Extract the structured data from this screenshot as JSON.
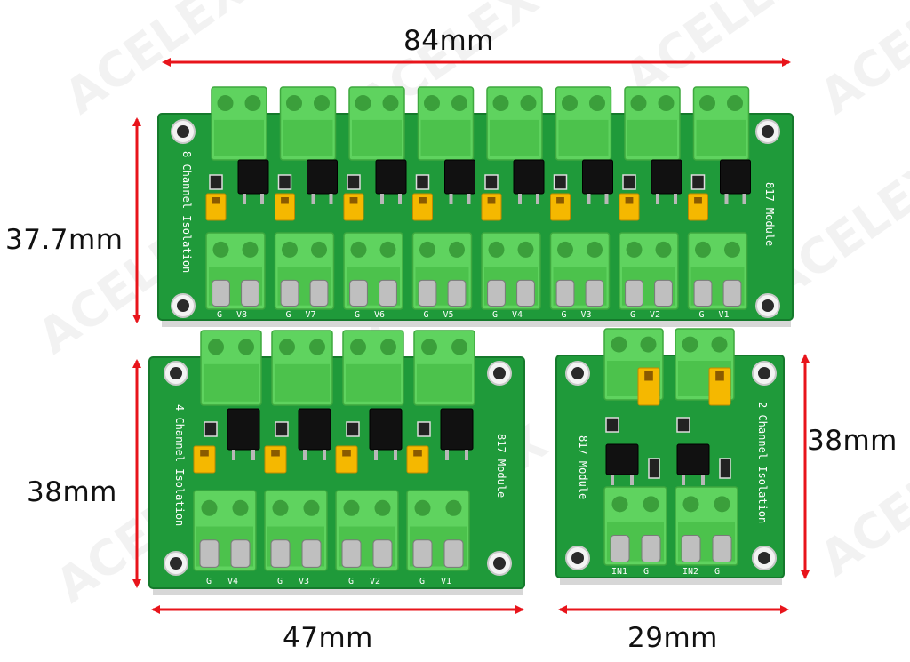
{
  "watermark": "ACELEX",
  "dimensions": {
    "board8_width": "84mm",
    "board8_height": "37.7mm",
    "board4_width": "47mm",
    "board4_height": "38mm",
    "board2_width": "29mm",
    "board2_height": "38mm"
  },
  "board8": {
    "title_left": "8 Channel Isolation",
    "title_right": "817 Module",
    "pins": [
      "V8",
      "V7",
      "V6",
      "V5",
      "V4",
      "V3",
      "V2",
      "V1"
    ],
    "ground": "G"
  },
  "board4": {
    "title_left": "4 Channel Isolation",
    "title_right": "817 Module",
    "pins": [
      "V4",
      "V3",
      "V2",
      "V1"
    ],
    "ground": "G"
  },
  "board2": {
    "title_left": "817 Module",
    "title_right": "2 Channel Isolation",
    "pins": [
      "IN1",
      "IN2"
    ],
    "ground": "G"
  },
  "colors": {
    "pcb": "#1f9a3a",
    "terminal": "#5fd35f",
    "arrow": "#e8141b",
    "jumper": "#f5b800"
  }
}
